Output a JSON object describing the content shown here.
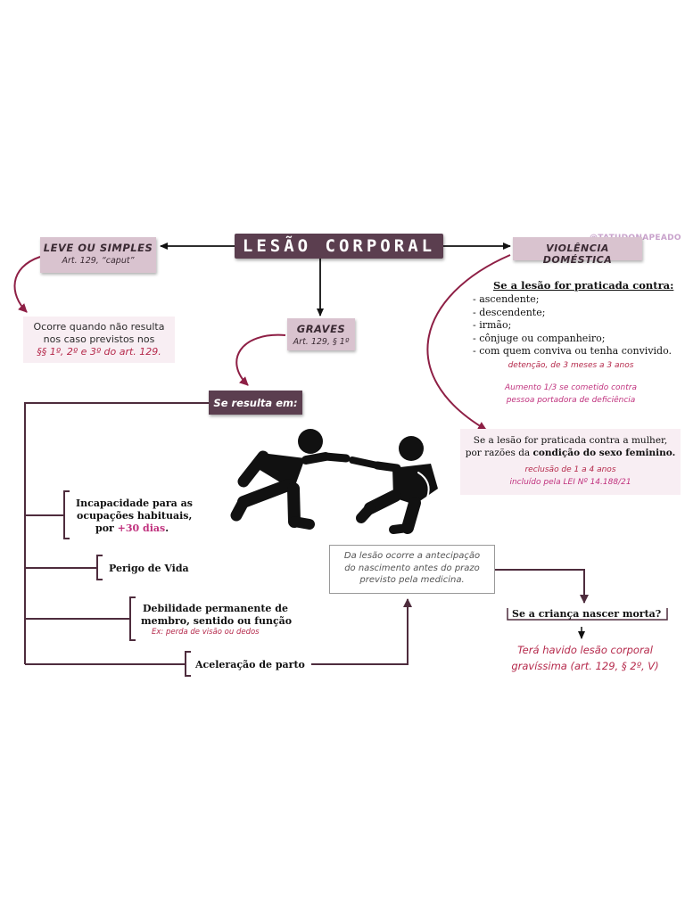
{
  "title": "LESÃO CORPORAL",
  "watermark": "@TATUDONAPEADO",
  "leve": {
    "title": "LEVE OU SIMPLES",
    "sub": "Art. 129, “caput”",
    "desc_line1": "Ocorre quando não resulta",
    "desc_line2": "nos caso previstos nos",
    "desc_line3": "§§ 1º, 2º e 3º do art. 129."
  },
  "graves": {
    "title": "GRAVES",
    "sub": "Art. 129, § 1º",
    "resulta": "Se resulta em:",
    "items": [
      {
        "l1": "Incapacidade para as",
        "l2": "ocupações habituais,",
        "l3a": "por ",
        "l3b": "+30 dias",
        "l3c": "."
      },
      {
        "l1": "Perigo de Vida"
      },
      {
        "l1": "Debilidade permanente de",
        "l2": "membro, sentido ou função",
        "ex": "Ex: perda de visão ou dedos"
      },
      {
        "l1": "Aceleração de parto"
      }
    ],
    "antecipacao_l1": "Da lesão ocorre a antecipação",
    "antecipacao_l2": "do nascimento antes do prazo",
    "antecipacao_l3": "previsto pela medicina.",
    "crianca": "Se a criança nascer morta?",
    "gravissima_l1": "Terá havido lesão corporal",
    "gravissima_l2": "gravíssima (art. 129, § 2º, V)"
  },
  "violencia": {
    "title": "VIOLÊNCIA DOMÉSTICA",
    "heading": "Se a lesão for praticada contra:",
    "list": [
      "- ascendente;",
      "- descendente;",
      "- irmão;",
      "- cônjuge ou companheiro;",
      "- com quem conviva ou tenha convivido."
    ],
    "pena": "detenção, de 3 meses a 3 anos",
    "aumento_l1": "Aumento 1/3  se  cometido contra",
    "aumento_l2": "pessoa portadora de deficiência",
    "mulher_l1": "Se a lesão for praticada contra a mulher,",
    "mulher_l2a": "por razões da ",
    "mulher_l2b": "condição do sexo feminino.",
    "reclusao": "reclusão de 1 a 4 anos",
    "lei": "incluído pela LEI Nº 14.188/21"
  },
  "colors": {
    "dark_box": "#5b3e4f",
    "pink_box": "#d9c3cf",
    "light_box": "#f8eef3",
    "accent_red": "#b5294b",
    "accent_magenta": "#c0327e",
    "curve": "#8e1f45"
  },
  "icons": {
    "figures": "two-people-fighting-icon"
  }
}
